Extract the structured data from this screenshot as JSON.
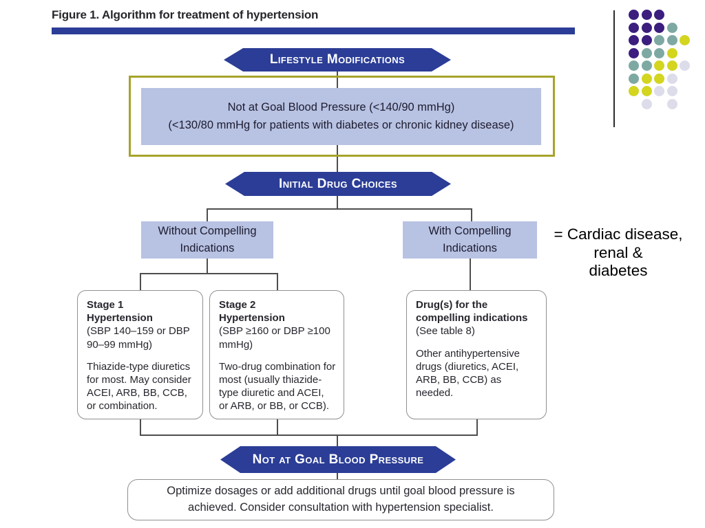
{
  "title": "Figure 1. Algorithm for treatment of hypertension",
  "colors": {
    "primary_blue": "#2b3d96",
    "light_blue_fill": "#b8c2e2",
    "olive_border": "#a6a32a",
    "connector_gray": "#4d4d4d"
  },
  "banners": {
    "lifestyle": "Lifestyle Modifications",
    "initial_drug": "Initial Drug Choices",
    "not_at_goal": "Not at Goal Blood Pressure"
  },
  "goal_box": {
    "line1": "Not at Goal Blood Pressure (<140/90 mmHg)",
    "line2": "(<130/80 mmHg for patients with diabetes or chronic kidney disease)"
  },
  "branches": {
    "without": {
      "line1": "Without Compelling",
      "line2": "Indications"
    },
    "with": {
      "line1": "With Compelling",
      "line2": "Indications"
    }
  },
  "annotation": {
    "line1": "= Cardiac disease,",
    "line2": "renal &",
    "line3": "diabetes"
  },
  "stage1": {
    "heading1": "Stage 1",
    "heading2": "Hypertension",
    "range": "(SBP 140–159 or DBP 90–99 mmHg)",
    "body": "Thiazide-type diuretics for most. May consider ACEI, ARB, BB, CCB, or combination."
  },
  "stage2": {
    "heading1": "Stage 2",
    "heading2": "Hypertension",
    "range": "(SBP ≥160 or DBP ≥100 mmHg)",
    "body": "Two-drug combination for most (usually thiazide-type diuretic and ACEI, or ARB, or BB, or CCB)."
  },
  "compelling": {
    "heading1": "Drug(s) for the",
    "heading2": "compelling indications",
    "range": "(See table 8)",
    "body": "Other antihypertensive drugs (diuretics, ACEI, ARB, BB, CCB) as needed."
  },
  "outcome_box": {
    "line1": "Optimize dosages or add additional drugs until goal blood pressure is",
    "line2": "achieved. Consider consultation with hypertension specialist."
  },
  "dots": {
    "palette": {
      "P": "#3b1e7e",
      "T": "#7ea9a3",
      "Y": "#d3d51f",
      "L": "#dcdcea"
    },
    "pitch": 18.5,
    "size": 15,
    "matrix": [
      [
        "P",
        "P",
        "P",
        null,
        null
      ],
      [
        "P",
        "P",
        "P",
        "T",
        null
      ],
      [
        "P",
        "P",
        "T",
        "T",
        "Y"
      ],
      [
        "P",
        "T",
        "T",
        "Y",
        null
      ],
      [
        "T",
        "T",
        "Y",
        "Y",
        "L"
      ],
      [
        "T",
        "Y",
        "Y",
        "L",
        null
      ],
      [
        "Y",
        "Y",
        "L",
        "L",
        null
      ],
      [
        null,
        "L",
        null,
        "L",
        null
      ]
    ]
  }
}
